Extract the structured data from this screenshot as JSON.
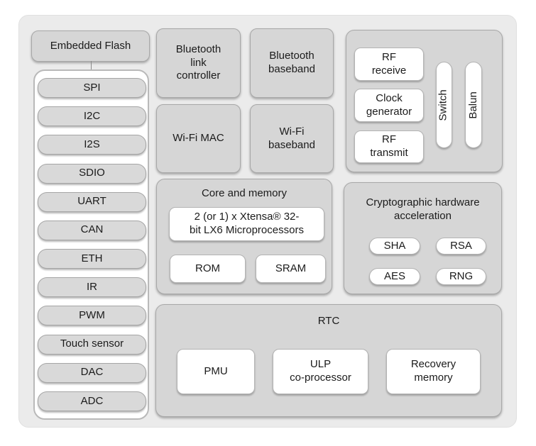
{
  "colors": {
    "page_bg": "#ffffff",
    "chip_bg": "#ebebeb",
    "block_fill": "#d6d6d6",
    "white_fill": "#ffffff",
    "border": "#a8a8a8",
    "text": "#1b1b1b"
  },
  "chip": {
    "embedded_flash": "Embedded Flash",
    "peripherals": [
      "SPI",
      "I2C",
      "I2S",
      "SDIO",
      "UART",
      "CAN",
      "ETH",
      "IR",
      "PWM",
      "Touch sensor",
      "DAC",
      "ADC"
    ],
    "radio": {
      "bt_link_controller": "Bluetooth\nlink\ncontroller",
      "bt_baseband": "Bluetooth\nbaseband",
      "wifi_mac": "Wi-Fi MAC",
      "wifi_baseband": "Wi-Fi\nbaseband"
    },
    "rf": {
      "receive": "RF\nreceive",
      "clock_generator": "Clock\ngenerator",
      "transmit": "RF\ntransmit",
      "switch": "Switch",
      "balun": "Balun"
    },
    "core": {
      "title": "Core and memory",
      "cpu": "2 (or 1) x Xtensa® 32-\nbit LX6 Microprocessors",
      "rom": "ROM",
      "sram": "SRAM"
    },
    "crypto": {
      "title": "Cryptographic hardware\nacceleration",
      "sha": "SHA",
      "rsa": "RSA",
      "aes": "AES",
      "rng": "RNG"
    },
    "rtc": {
      "title": "RTC",
      "pmu": "PMU",
      "ulp": "ULP\nco-processor",
      "recovery": "Recovery\nmemory"
    }
  }
}
